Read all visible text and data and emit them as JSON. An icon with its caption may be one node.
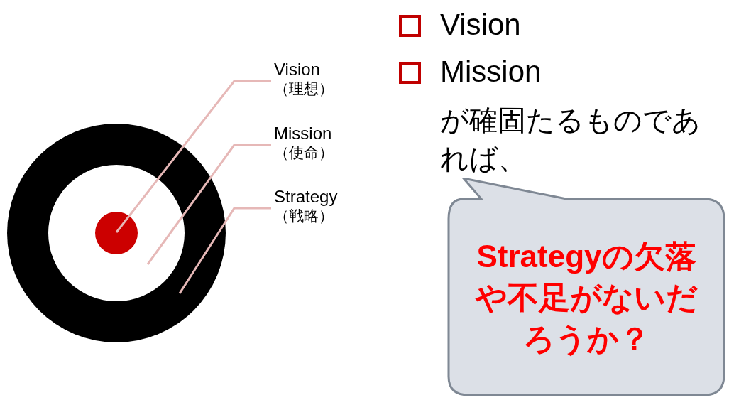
{
  "diagram": {
    "nodes": [
      {
        "text": [
          "Vision",
          "（理想）"
        ]
      },
      {
        "text": [
          "Mission",
          "（使命）"
        ]
      },
      {
        "text": [
          "Strategy",
          "（戦略）"
        ]
      },
      {
        "text": [],
        "shape": "circle"
      },
      {
        "text": [],
        "shape": "circle",
        "in": 3
      },
      {
        "text": [],
        "shape": "circle",
        "in": 4
      },
      {
        "text": [
          "Strategyの欠落や不足がないだろうか？"
        ]
      }
    ],
    "edges": [
      {
        "from": 0,
        "to": 5,
        "arrow": "none",
        "color": "#e6b8b7"
      },
      {
        "from": 1,
        "to": 4,
        "arrow": "none",
        "color": "#e6b8b7"
      },
      {
        "from": 2,
        "to": 3,
        "arrow": "none",
        "color": "#e6b8b7"
      }
    ],
    "labels": [
      "Vision",
      "Mission",
      "が確固たるものであれば、"
    ]
  }
}
